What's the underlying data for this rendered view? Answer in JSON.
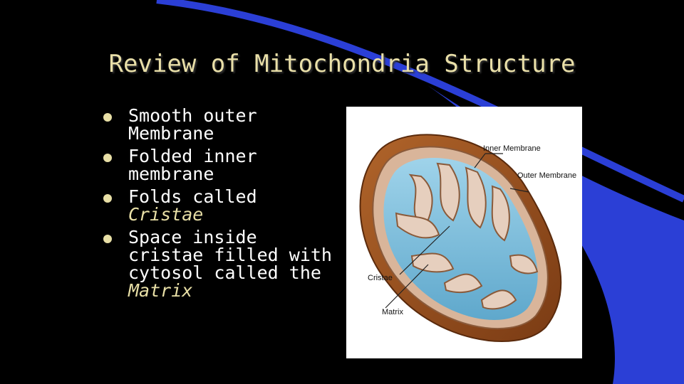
{
  "slide": {
    "title": "Review of Mitochondria Structure",
    "colors": {
      "background": "#000000",
      "accent_blue": "#2b3fd6",
      "title_text": "#e9dfa8",
      "bullet_dot": "#e8dfa6"
    },
    "bullets": [
      {
        "text": "Smooth outer Membrane"
      },
      {
        "text": "Folded inner membrane"
      },
      {
        "text": "Folds called",
        "term": "Cristae"
      },
      {
        "text": "Space inside cristae filled with cytosol called the",
        "term": "Matrix"
      }
    ],
    "figure": {
      "labels": {
        "inner": "Inner Membrane",
        "outer": "Outer Membrane",
        "cristae": "Cristae",
        "matrix": "Matrix"
      }
    }
  }
}
